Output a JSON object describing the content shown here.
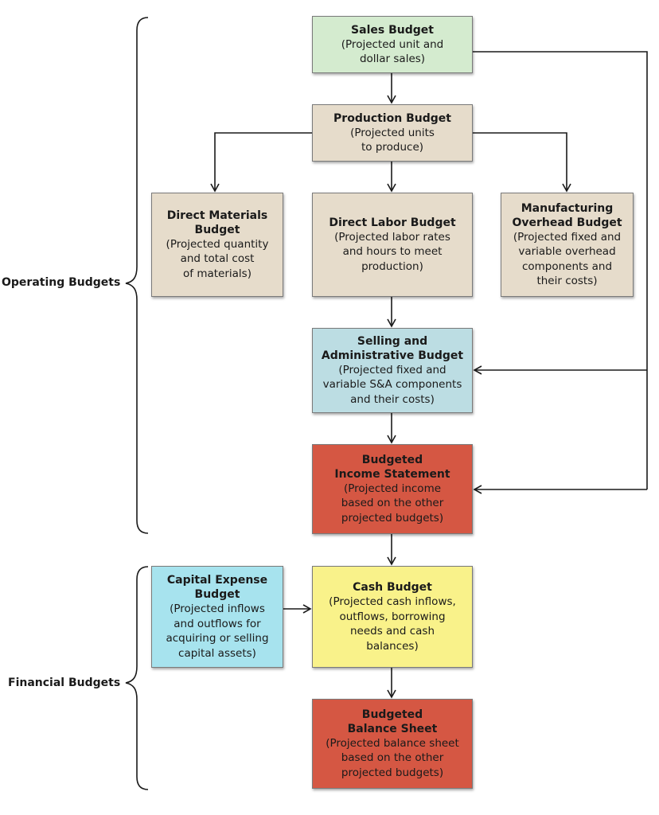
{
  "groups": {
    "operating": "Operating Budgets",
    "financial": "Financial Budgets"
  },
  "boxes": {
    "sales": {
      "title": "Sales Budget",
      "desc": "(Projected unit and\ndollar sales)",
      "color": "#d4ebcf"
    },
    "production": {
      "title": "Production Budget",
      "desc": "(Projected units\nto produce)",
      "color": "#e6dccb"
    },
    "materials": {
      "title": "Direct Materials\nBudget",
      "desc": "(Projected quantity\nand total cost\nof materials)",
      "color": "#e6dccb"
    },
    "labor": {
      "title": "Direct Labor Budget",
      "desc": "(Projected labor rates\nand hours to meet\nproduction)",
      "color": "#e6dccb"
    },
    "overhead": {
      "title": "Manufacturing\nOverhead Budget",
      "desc": "(Projected fixed and\nvariable overhead\ncomponents and\ntheir costs)",
      "color": "#e6dccb"
    },
    "selling": {
      "title": "Selling and\nAdministrative Budget",
      "desc": "(Projected fixed and\nvariable S&A components\nand their costs)",
      "color": "#bcdde3"
    },
    "income": {
      "title": "Budgeted\nIncome Statement",
      "desc": "(Projected income\nbased on the other\nprojected budgets)",
      "color": "#d55743"
    },
    "capital": {
      "title": "Capital Expense\nBudget",
      "desc": "(Projected inflows\nand outflows for\nacquiring or selling\ncapital assets)",
      "color": "#a7e3ee"
    },
    "cash": {
      "title": "Cash Budget",
      "desc": "(Projected cash inflows,\noutflows, borrowing\nneeds and cash\nbalances)",
      "color": "#f9f28a"
    },
    "balance": {
      "title": "Budgeted\nBalance Sheet",
      "desc": "(Projected balance sheet\nbased on the other\nprojected budgets)",
      "color": "#d55743"
    }
  },
  "line_color": "#1a1a1a"
}
